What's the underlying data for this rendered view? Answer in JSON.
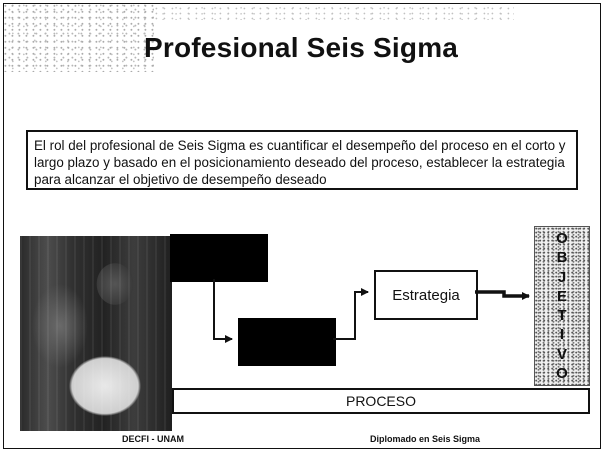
{
  "slide": {
    "title": "Profesional Seis Sigma",
    "intro": "El rol del profesional de Seis Sigma es cuantificar el desempeño del proceso en el corto y largo plazo y basado en el posicionamiento deseado del proceso, establecer la estrategia para alcanzar el objetivo de desempeño deseado",
    "strategy_label": "Estrategia",
    "objective_letters": [
      "O",
      "B",
      "J",
      "E",
      "T",
      "I",
      "V",
      "O"
    ],
    "process_label": "PROCESO",
    "footer_left": "DECFI - UNAM",
    "footer_right": "Diplomado en Seis Sigma"
  },
  "colors": {
    "ink": "#111111",
    "dark_box": "#000000",
    "background": "#ffffff"
  }
}
